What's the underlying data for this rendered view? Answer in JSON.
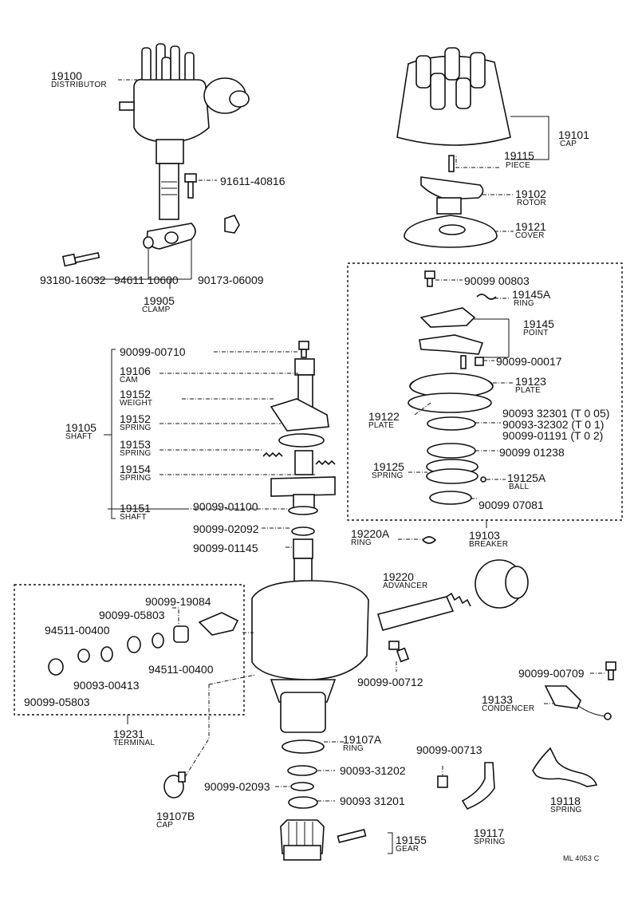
{
  "labels": {
    "p19100": "19100",
    "p19100_name": "DISTRIBUTOR",
    "p91611": "91611-40816",
    "p93180": "93180-16032",
    "p94611": "94611 10600",
    "p90173": "90173-06009",
    "p19905": "19905",
    "p19905_name": "CLAMP",
    "p19101": "19101",
    "p19101_name": "CAP",
    "p19115": "19115",
    "p19115_name": "PIECE",
    "p19102": "19102",
    "p19102_name": "ROTOR",
    "p19121": "19121",
    "p19121_name": "COVER",
    "p90099_00803": "90099 00803",
    "p19145A": "19145A",
    "p19145A_name": "RING",
    "p19145": "19145",
    "p19145_name": "POINT",
    "p90099_00017": "90099-00017",
    "p19123": "19123",
    "p19123_name": "PLATE",
    "p19122": "19122",
    "p19122_name": "PLATE",
    "p90093_32301": "90093 32301 (T  0 05)",
    "p90093_32302": "90093-32302 (T   0 1)",
    "p90099_01191": "90099-01191 (T   0 2)",
    "p90099_01238": "90099 01238",
    "p19125": "19125",
    "p19125_name": "SPRING",
    "p19125A": "19125A",
    "p19125A_name": "BALL",
    "p90099_07081": "90099 07081",
    "p19103": "19103",
    "p19103_name": "BREAKER",
    "p19220A": "19220A",
    "p19220A_name": "RING",
    "p90099_00710": "90099-00710",
    "p19106": "19106",
    "p19106_name": "CAM",
    "p19152a": "19152",
    "p19152a_name": "WEIGHT",
    "p19152b": "19152",
    "p19152b_name": "SPRING",
    "p19153": "19153",
    "p19153_name": "SPRING",
    "p19154": "19154",
    "p19154_name": "SPRING",
    "p19105": "19105",
    "p19105_name": "SHAFT",
    "p19151": "19151",
    "p19151_name": "SHAFT",
    "p90099_01100": "90099-01100",
    "p90099_02092": "90099-02092",
    "p90099_01145": "90099-01145",
    "p19220": "19220",
    "p19220_name": "ADVANCER",
    "p90099_19084": "90099-19084",
    "p90099_05803a": "90099-05803",
    "p94511_00400a": "94511-00400",
    "p94511_00400b": "94511-00400",
    "p90093_00413": "90093-00413",
    "p90099_05803b": "90099-05803",
    "p19231": "19231",
    "p19231_name": "TERMINAL",
    "p90099_00712": "90099-00712",
    "p90099_00709": "90099-00709",
    "p19133": "19133",
    "p19133_name": "CONDENCER",
    "p19107A": "19107A",
    "p19107A_name": "RING",
    "p90099_00713": "90099-00713",
    "p90093_31202": "90093-31202",
    "p90099_02093": "90099-02093",
    "p90093_31201": "90093 31201",
    "p19118": "19118",
    "p19118_name": "SPRING",
    "p19107B": "19107B",
    "p19107B_name": "CAP",
    "p19117": "19117",
    "p19117_name": "SPRING",
    "p19155": "19155",
    "p19155_name": "GEAR",
    "footer": "ML 4053 C"
  }
}
